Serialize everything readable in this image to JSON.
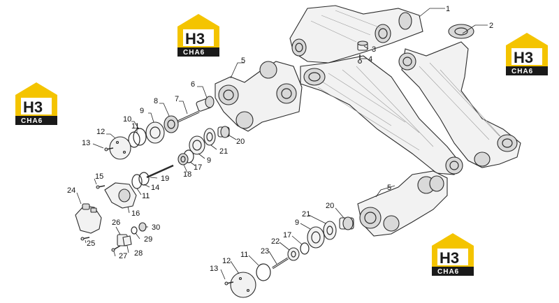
{
  "logo": {
    "mark": "H3",
    "sub": "CHA6"
  },
  "callouts": {
    "c1": "1",
    "c2": "2",
    "c3": "3",
    "c4": "4",
    "c5a": "5",
    "c5b": "5",
    "c6": "6",
    "c7": "7",
    "c8": "8",
    "c9a": "9",
    "c9b": "9",
    "c9c": "9",
    "c10": "10",
    "c11a": "11",
    "c11b": "11",
    "c11c": "11",
    "c12a": "12",
    "c12b": "12",
    "c13a": "13",
    "c13b": "13",
    "c14": "14",
    "c15": "15",
    "c16": "16",
    "c17a": "17",
    "c17b": "17",
    "c18": "18",
    "c19": "19",
    "c20a": "20",
    "c20b": "20",
    "c21a": "21",
    "c21b": "21",
    "c22": "22",
    "c23": "23",
    "c24": "24",
    "c25": "25",
    "c26": "26",
    "c27": "27",
    "c28": "28",
    "c29": "29",
    "c30": "30"
  }
}
